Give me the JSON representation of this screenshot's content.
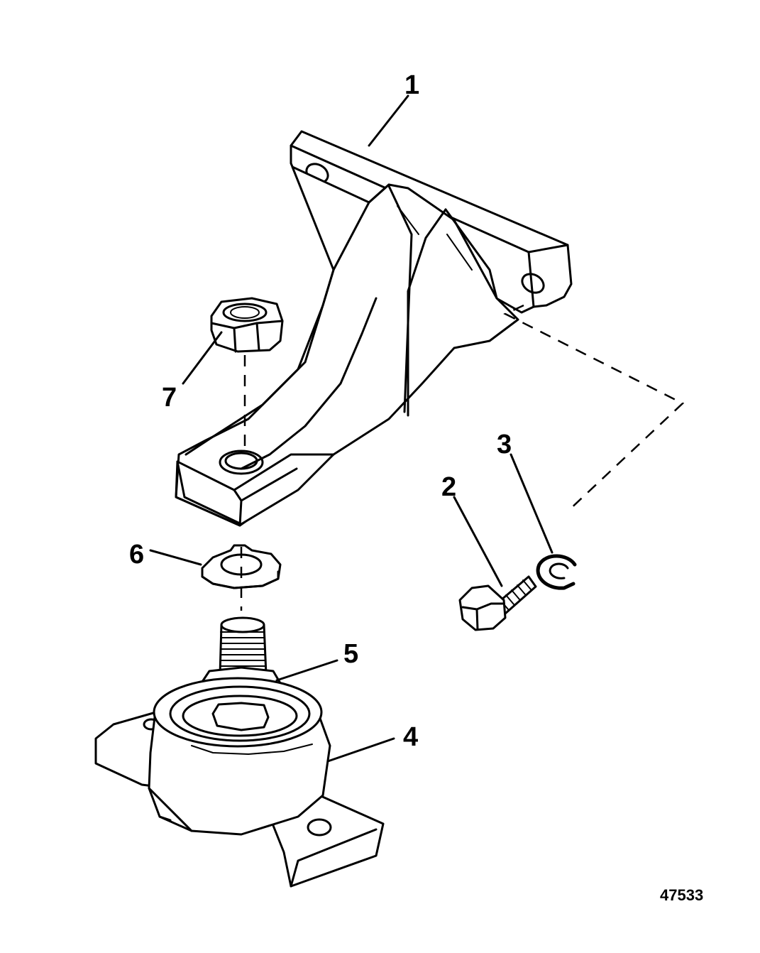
{
  "callouts": [
    {
      "id": "1",
      "label": "1"
    },
    {
      "id": "2",
      "label": "2"
    },
    {
      "id": "3",
      "label": "3"
    },
    {
      "id": "4",
      "label": "4"
    },
    {
      "id": "5",
      "label": "5"
    },
    {
      "id": "6",
      "label": "6"
    },
    {
      "id": "7",
      "label": "7"
    }
  ],
  "figure_number": "47533"
}
